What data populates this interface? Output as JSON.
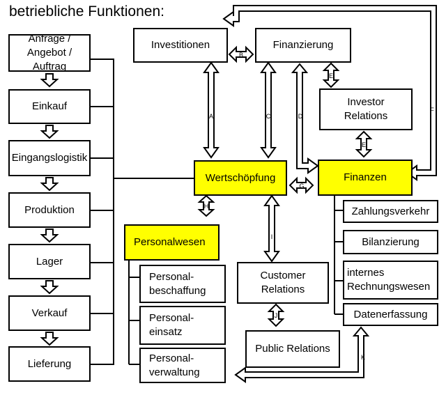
{
  "title": "betriebliche Funktionen:",
  "chain": [
    "Anfrage / Angebot / Auftrag",
    "Einkauf",
    "Eingangslogistik",
    "Produktion",
    "Lager",
    "Verkauf",
    "Lieferung"
  ],
  "nodes": {
    "investitionen": "Investitionen",
    "finanzierung": "Finanzierung",
    "investor_relations": "Investor Relations",
    "wertschoepfung": "Wertschöpfung",
    "finanzen": "Finanzen",
    "personalwesen": "Personalwesen",
    "customer_relations": "Customer Relations",
    "public_relations": "Public Relations"
  },
  "finanzen_items": [
    "Zahlungsverkehr",
    "Bilanzierung",
    "internes Rechnungswesen",
    "Datenerfassung"
  ],
  "personal_items": [
    "Personal-beschaffung",
    "Personal-einsatz",
    "Personal-verwaltung"
  ],
  "edge_labels": [
    "A",
    "B",
    "C",
    "D",
    "E",
    "F",
    "G",
    "H",
    "I",
    "J",
    "K"
  ],
  "colors": {
    "highlight": "#ffff00",
    "line": "#000000"
  }
}
